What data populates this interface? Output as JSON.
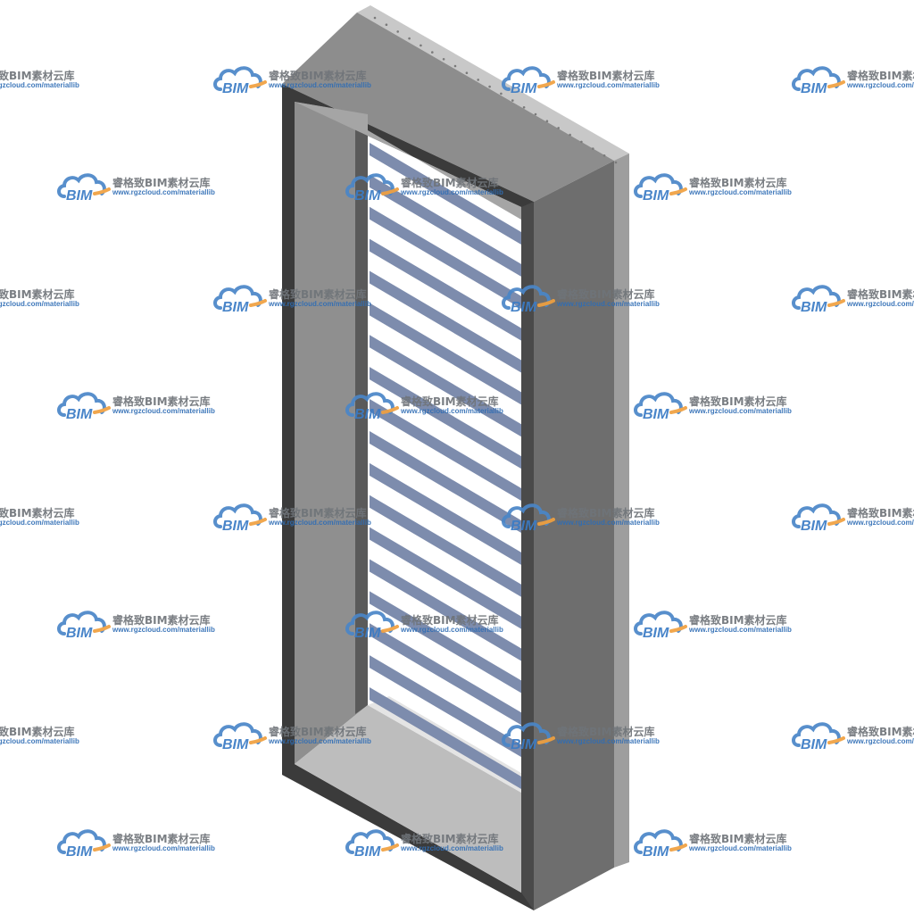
{
  "watermark": {
    "brand_title": "睿格致BIM素材云库",
    "brand_url": "www.rgzcloud.com/materiallib",
    "logo_text": "BIM",
    "logo_icon": "cloud-icon",
    "colors": {
      "cloud_blue": "#4a86c8",
      "cloud_orange": "#f0a040",
      "text_gray": "#6f7479",
      "url_blue": "#2f6db5"
    }
  },
  "model": {
    "object": "louvered-frame",
    "louver_count": 18,
    "colors": {
      "frame_face": "#3b3b3b",
      "frame_top": "#8d8d8d",
      "frame_right": "#6e6e6e",
      "frame_inner_left": "#9a9a9a",
      "frame_inner_bottom": "#c9c9c9",
      "flange_light": "#c8c8c8",
      "slat": "#7d8cad",
      "background": "#ffffff"
    }
  }
}
